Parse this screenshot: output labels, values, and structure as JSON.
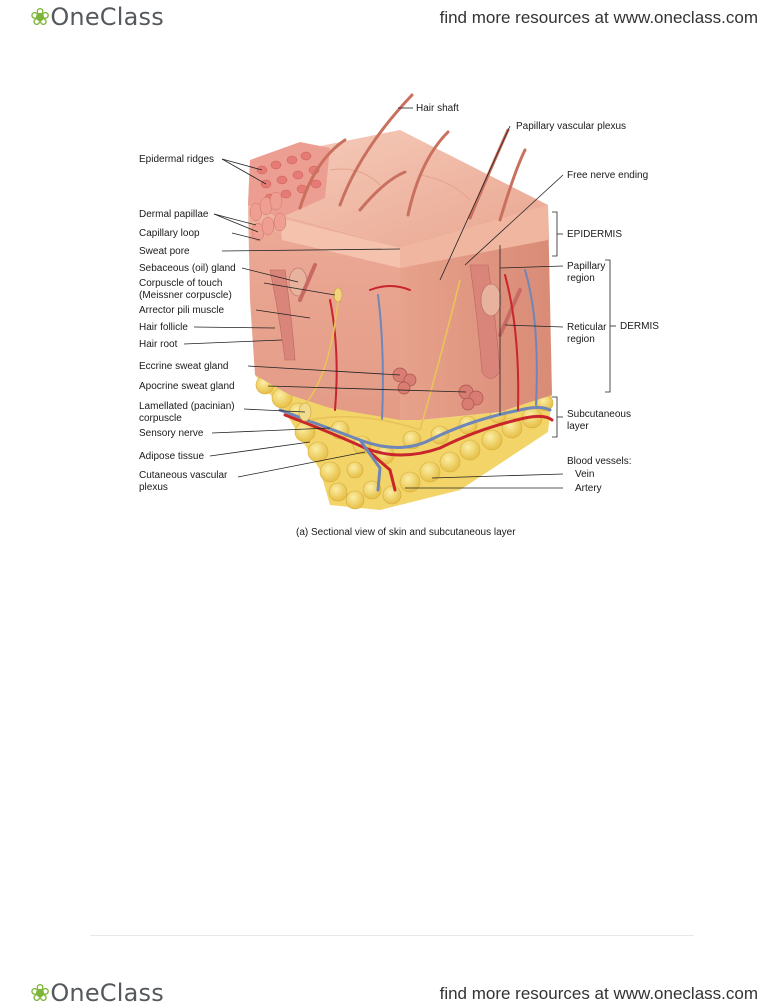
{
  "header": {
    "brand": "OneClass",
    "tagline": "find more resources at www.oneclass.com"
  },
  "footer": {
    "brand": "OneClass",
    "tagline": "find more resources at www.oneclass.com"
  },
  "colors": {
    "brand_green": "#7fb53a",
    "skin": "#e9a38e",
    "epidermis": "#f2b9a4",
    "adipose": "#f3d86a",
    "artery": "#c8262b",
    "vein": "#6f86b8",
    "nerve": "#e9c35a"
  },
  "figure": {
    "caption": "(a) Sectional view of skin and subcutaneous layer",
    "left_labels": {
      "epidermal_ridges": "Epidermal ridges",
      "dermal_papillae": "Dermal papillae",
      "capillary_loop": "Capillary loop",
      "sweat_pore": "Sweat pore",
      "sebaceous_gland": "Sebaceous (oil) gland",
      "corpuscle_of_touch_1": "Corpuscle of touch",
      "corpuscle_of_touch_2": "(Meissner corpuscle)",
      "arrector_pili": "Arrector pili muscle",
      "hair_follicle": "Hair follicle",
      "hair_root": "Hair root",
      "eccrine_sweat_gland": "Eccrine sweat gland",
      "apocrine_sweat_gland": "Apocrine sweat gland",
      "lamellated_1": "Lamellated (pacinian)",
      "lamellated_2": "corpuscle",
      "sensory_nerve": "Sensory nerve",
      "adipose_tissue": "Adipose tissue",
      "cutaneous_plexus_1": "Cutaneous vascular",
      "cutaneous_plexus_2": "plexus"
    },
    "right_labels": {
      "hair_shaft": "Hair shaft",
      "papillary_plexus": "Papillary vascular plexus",
      "free_nerve_ending": "Free nerve ending",
      "epidermis": "EPIDERMIS",
      "papillary_region_1": "Papillary",
      "papillary_region_2": "region",
      "reticular_region_1": "Reticular",
      "reticular_region_2": "region",
      "dermis": "DERMIS",
      "subcutaneous_1": "Subcutaneous",
      "subcutaneous_2": "layer",
      "blood_vessels": "Blood vessels:",
      "vein": "Vein",
      "artery": "Artery"
    }
  }
}
